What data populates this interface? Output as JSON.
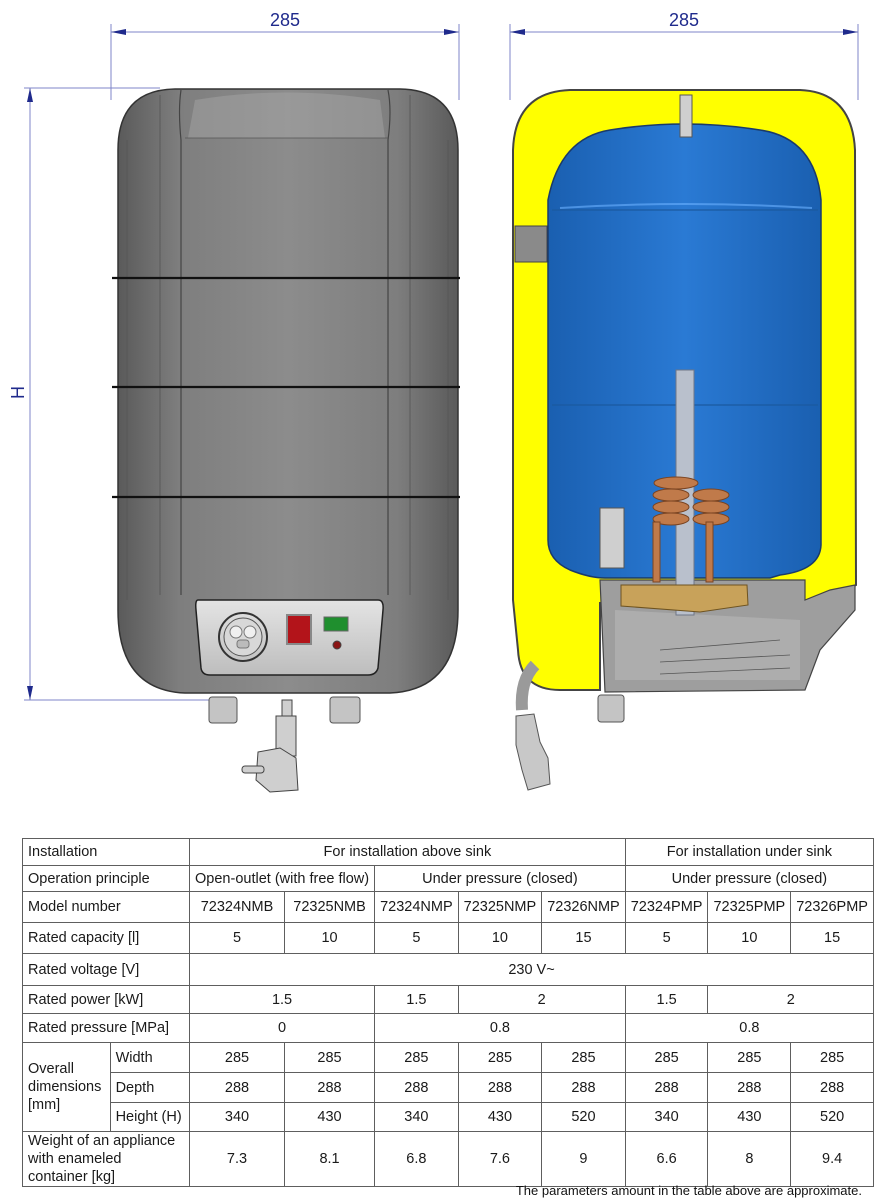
{
  "diagram": {
    "front_view": {
      "width_dimension": "285",
      "height_dimension": "H",
      "colors": {
        "body": "#7a7a7a",
        "control_panel": "#cfcfcf",
        "indicator_red": "#b3141a",
        "indicator_green": "#1f8f2e"
      }
    },
    "section_view": {
      "width_dimension": "285",
      "colors": {
        "insulation": "#ffff00",
        "tank": "#1f6fc4",
        "heating_coil": "#c07a4a",
        "flange": "#c8a25a"
      }
    },
    "dimension_color": "#1f2a8c"
  },
  "table": {
    "row_labels": {
      "installation": "Installation",
      "operation": "Operation principle",
      "model": "Model number",
      "capacity": "Rated capacity [l]",
      "voltage": "Rated voltage [V]",
      "power": "Rated power [kW]",
      "pressure": "Rated pressure [MPa]",
      "dimensions": "Overall dimensions [mm]",
      "dim_width": "Width",
      "dim_depth": "Depth",
      "dim_height": "Height (H)",
      "weight": "Weight of an appliance with enameled container [kg]"
    },
    "installation": [
      "For installation above sink",
      "For installation under sink"
    ],
    "operation": [
      "Open-outlet (with free flow)",
      "Under pressure (closed)",
      "Under pressure (closed)"
    ],
    "models": [
      "72324NMB",
      "72325NMB",
      "72324NMP",
      "72325NMP",
      "72326NMP",
      "72324PMP",
      "72325PMP",
      "72326PMP"
    ],
    "capacity": [
      "5",
      "10",
      "5",
      "10",
      "15",
      "5",
      "10",
      "15"
    ],
    "voltage": "230 V~",
    "power": [
      "1.5",
      "1.5",
      "2",
      "1.5",
      "2"
    ],
    "pressure": [
      "0",
      "0.8",
      "0.8"
    ],
    "width": [
      "285",
      "285",
      "285",
      "285",
      "285",
      "285",
      "285",
      "285"
    ],
    "depth": [
      "288",
      "288",
      "288",
      "288",
      "288",
      "288",
      "288",
      "288"
    ],
    "height": [
      "340",
      "430",
      "340",
      "430",
      "520",
      "340",
      "430",
      "520"
    ],
    "weight": [
      "7.3",
      "8.1",
      "6.8",
      "7.6",
      "9",
      "6.6",
      "8",
      "9.4"
    ]
  },
  "footnote": "The parameters amount in the table above are approximate."
}
